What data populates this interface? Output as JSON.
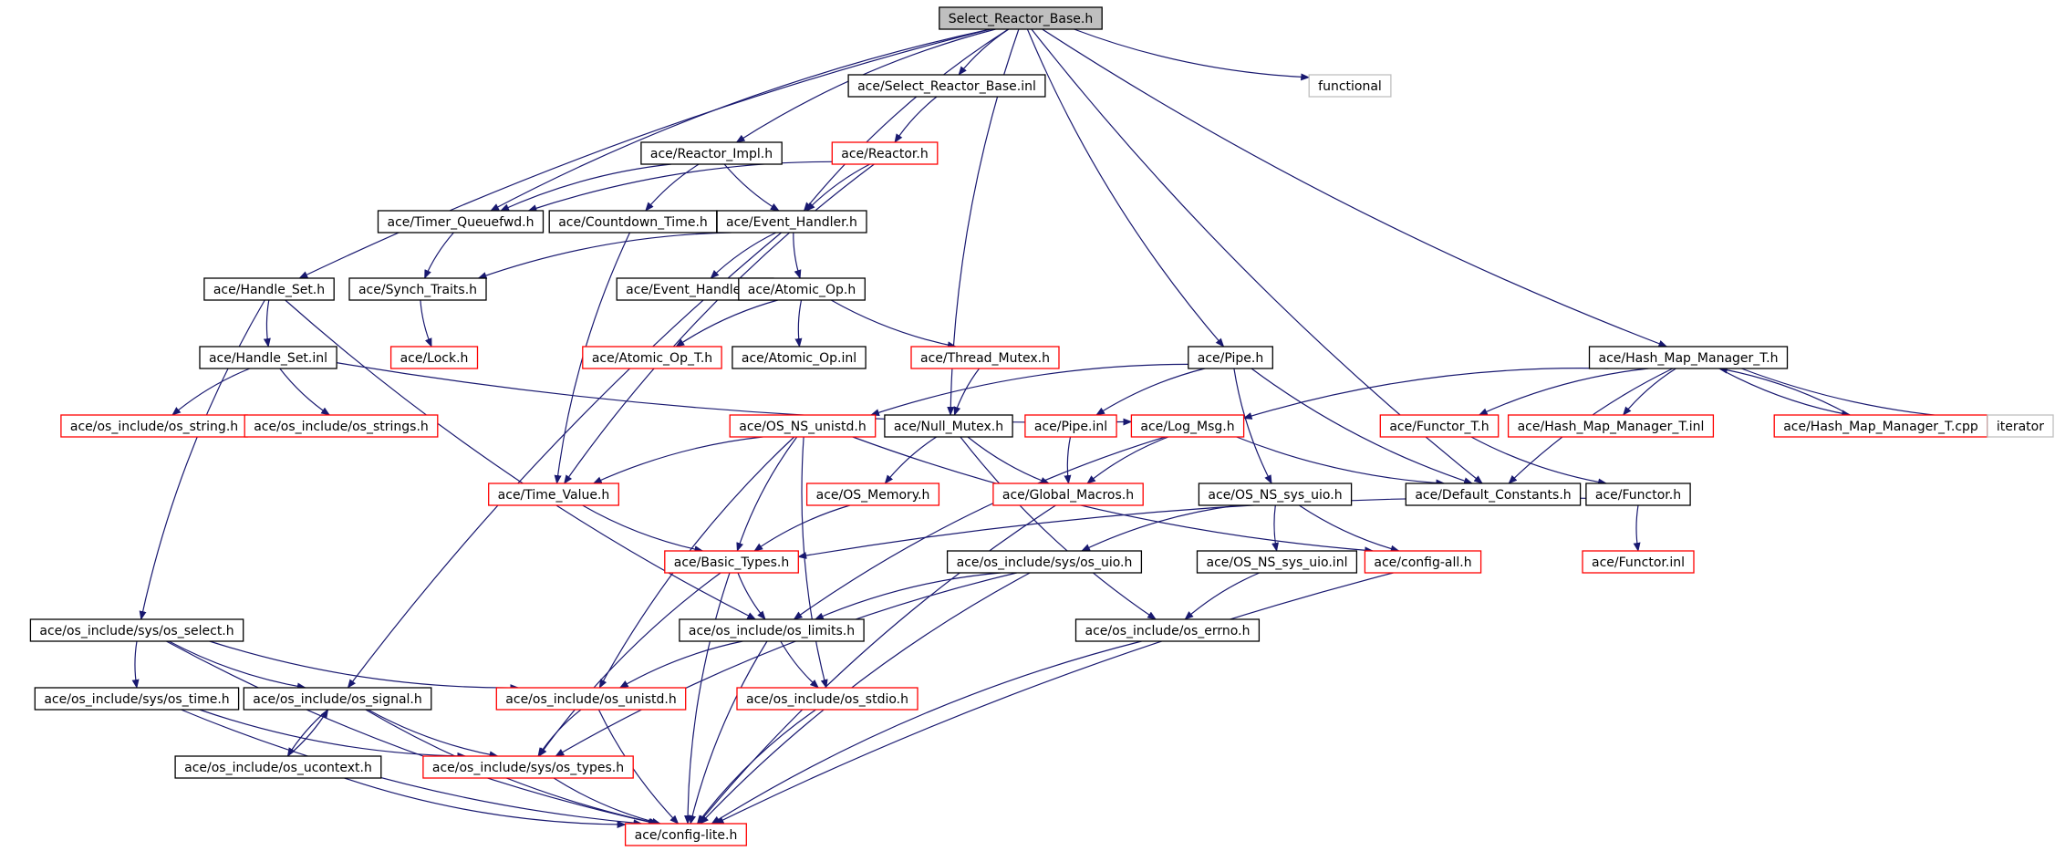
{
  "diagram": {
    "root": "select-reactor-base-h",
    "colors": {
      "root_fill": "#bfbfbf",
      "node_fill": "#ffffff",
      "border_documented": "#000000",
      "border_truncated": "#ff0000",
      "border_external": "#bfbfbf",
      "edge": "#191970",
      "text": "#000000"
    },
    "nodes": [
      {
        "id": "select-reactor-base-h",
        "label": "Select_Reactor_Base.h",
        "kind": "root"
      },
      {
        "id": "select-reactor-base-inl",
        "label": "ace/Select_Reactor_Base.inl",
        "kind": "documented"
      },
      {
        "id": "functional",
        "label": "functional",
        "kind": "external"
      },
      {
        "id": "reactor-impl-h",
        "label": "ace/Reactor_Impl.h",
        "kind": "documented"
      },
      {
        "id": "reactor-h",
        "label": "ace/Reactor.h",
        "kind": "truncated"
      },
      {
        "id": "timer-queuefwd-h",
        "label": "ace/Timer_Queuefwd.h",
        "kind": "documented"
      },
      {
        "id": "countdown-time-h",
        "label": "ace/Countdown_Time.h",
        "kind": "documented"
      },
      {
        "id": "event-handler-h",
        "label": "ace/Event_Handler.h",
        "kind": "documented"
      },
      {
        "id": "handle-set-h",
        "label": "ace/Handle_Set.h",
        "kind": "documented"
      },
      {
        "id": "synch-traits-h",
        "label": "ace/Synch_Traits.h",
        "kind": "documented"
      },
      {
        "id": "event-handler-inl",
        "label": "ace/Event_Handler.inl",
        "kind": "documented"
      },
      {
        "id": "atomic-op-h",
        "label": "ace/Atomic_Op.h",
        "kind": "documented"
      },
      {
        "id": "lock-h",
        "label": "ace/Lock.h",
        "kind": "truncated"
      },
      {
        "id": "handle-set-inl",
        "label": "ace/Handle_Set.inl",
        "kind": "documented"
      },
      {
        "id": "atomic-op-t-h",
        "label": "ace/Atomic_Op_T.h",
        "kind": "truncated"
      },
      {
        "id": "atomic-op-inl",
        "label": "ace/Atomic_Op.inl",
        "kind": "documented"
      },
      {
        "id": "thread-mutex-h",
        "label": "ace/Thread_Mutex.h",
        "kind": "truncated"
      },
      {
        "id": "pipe-h",
        "label": "ace/Pipe.h",
        "kind": "documented"
      },
      {
        "id": "hash-map-manager-t-h",
        "label": "ace/Hash_Map_Manager_T.h",
        "kind": "documented"
      },
      {
        "id": "os-string-h",
        "label": "ace/os_include/os_string.h",
        "kind": "truncated"
      },
      {
        "id": "os-strings-h",
        "label": "ace/os_include/os_strings.h",
        "kind": "truncated"
      },
      {
        "id": "os-ns-unistd-h",
        "label": "ace/OS_NS_unistd.h",
        "kind": "truncated"
      },
      {
        "id": "null-mutex-h",
        "label": "ace/Null_Mutex.h",
        "kind": "documented"
      },
      {
        "id": "pipe-inl",
        "label": "ace/Pipe.inl",
        "kind": "truncated"
      },
      {
        "id": "log-msg-h",
        "label": "ace/Log_Msg.h",
        "kind": "truncated"
      },
      {
        "id": "functor-t-h",
        "label": "ace/Functor_T.h",
        "kind": "truncated"
      },
      {
        "id": "hash-map-manager-t-inl",
        "label": "ace/Hash_Map_Manager_T.inl",
        "kind": "truncated"
      },
      {
        "id": "hash-map-manager-t-cpp",
        "label": "ace/Hash_Map_Manager_T.cpp",
        "kind": "truncated"
      },
      {
        "id": "iterator",
        "label": "iterator",
        "kind": "external"
      },
      {
        "id": "time-value-h",
        "label": "ace/Time_Value.h",
        "kind": "truncated"
      },
      {
        "id": "os-memory-h",
        "label": "ace/OS_Memory.h",
        "kind": "truncated"
      },
      {
        "id": "global-macros-h",
        "label": "ace/Global_Macros.h",
        "kind": "truncated"
      },
      {
        "id": "os-ns-sys-uio-h",
        "label": "ace/OS_NS_sys_uio.h",
        "kind": "documented"
      },
      {
        "id": "default-constants-h",
        "label": "ace/Default_Constants.h",
        "kind": "documented"
      },
      {
        "id": "functor-h",
        "label": "ace/Functor.h",
        "kind": "documented"
      },
      {
        "id": "basic-types-h",
        "label": "ace/Basic_Types.h",
        "kind": "truncated"
      },
      {
        "id": "os-uio-h",
        "label": "ace/os_include/sys/os_uio.h",
        "kind": "documented"
      },
      {
        "id": "os-ns-sys-uio-inl",
        "label": "ace/OS_NS_sys_uio.inl",
        "kind": "documented"
      },
      {
        "id": "config-all-h",
        "label": "ace/config-all.h",
        "kind": "truncated"
      },
      {
        "id": "functor-inl",
        "label": "ace/Functor.inl",
        "kind": "truncated"
      },
      {
        "id": "os-select-h",
        "label": "ace/os_include/sys/os_select.h",
        "kind": "documented"
      },
      {
        "id": "os-limits-h",
        "label": "ace/os_include/os_limits.h",
        "kind": "documented"
      },
      {
        "id": "os-errno-h",
        "label": "ace/os_include/os_errno.h",
        "kind": "documented"
      },
      {
        "id": "os-time-h",
        "label": "ace/os_include/sys/os_time.h",
        "kind": "documented"
      },
      {
        "id": "os-signal-h",
        "label": "ace/os_include/os_signal.h",
        "kind": "documented"
      },
      {
        "id": "os-unistd-h",
        "label": "ace/os_include/os_unistd.h",
        "kind": "truncated"
      },
      {
        "id": "os-stdio-h",
        "label": "ace/os_include/os_stdio.h",
        "kind": "truncated"
      },
      {
        "id": "os-ucontext-h",
        "label": "ace/os_include/os_ucontext.h",
        "kind": "documented"
      },
      {
        "id": "os-types-h",
        "label": "ace/os_include/sys/os_types.h",
        "kind": "truncated"
      },
      {
        "id": "config-lite-h",
        "label": "ace/config-lite.h",
        "kind": "truncated"
      }
    ],
    "edges": [
      [
        "select-reactor-base-h",
        "select-reactor-base-inl"
      ],
      [
        "select-reactor-base-h",
        "functional"
      ],
      [
        "select-reactor-base-h",
        "reactor-impl-h"
      ],
      [
        "select-reactor-base-h",
        "timer-queuefwd-h"
      ],
      [
        "select-reactor-base-h",
        "event-handler-h"
      ],
      [
        "select-reactor-base-h",
        "handle-set-h"
      ],
      [
        "select-reactor-base-h",
        "null-mutex-h"
      ],
      [
        "select-reactor-base-h",
        "pipe-h"
      ],
      [
        "select-reactor-base-h",
        "hash-map-manager-t-h"
      ],
      [
        "select-reactor-base-h",
        "default-constants-h"
      ],
      [
        "select-reactor-base-inl",
        "reactor-h"
      ],
      [
        "reactor-impl-h",
        "timer-queuefwd-h"
      ],
      [
        "reactor-impl-h",
        "countdown-time-h"
      ],
      [
        "reactor-impl-h",
        "event-handler-h"
      ],
      [
        "reactor-h",
        "timer-queuefwd-h"
      ],
      [
        "reactor-h",
        "event-handler-h"
      ],
      [
        "reactor-h",
        "time-value-h"
      ],
      [
        "timer-queuefwd-h",
        "synch-traits-h"
      ],
      [
        "countdown-time-h",
        "time-value-h"
      ],
      [
        "event-handler-h",
        "synch-traits-h"
      ],
      [
        "event-handler-h",
        "event-handler-inl"
      ],
      [
        "event-handler-h",
        "atomic-op-h"
      ],
      [
        "event-handler-h",
        "os-signal-h"
      ],
      [
        "synch-traits-h",
        "lock-h"
      ],
      [
        "atomic-op-h",
        "atomic-op-t-h"
      ],
      [
        "atomic-op-h",
        "atomic-op-inl"
      ],
      [
        "atomic-op-h",
        "thread-mutex-h"
      ],
      [
        "thread-mutex-h",
        "null-mutex-h"
      ],
      [
        "handle-set-h",
        "handle-set-inl"
      ],
      [
        "handle-set-h",
        "os-select-h"
      ],
      [
        "handle-set-h",
        "os-limits-h"
      ],
      [
        "handle-set-inl",
        "os-string-h"
      ],
      [
        "handle-set-inl",
        "os-strings-h"
      ],
      [
        "handle-set-inl",
        "log-msg-h"
      ],
      [
        "pipe-h",
        "os-ns-unistd-h"
      ],
      [
        "pipe-h",
        "pipe-inl"
      ],
      [
        "pipe-h",
        "os-ns-sys-uio-h"
      ],
      [
        "pipe-h",
        "default-constants-h"
      ],
      [
        "hash-map-manager-t-h",
        "log-msg-h"
      ],
      [
        "hash-map-manager-t-h",
        "functor-t-h"
      ],
      [
        "hash-map-manager-t-h",
        "hash-map-manager-t-inl"
      ],
      [
        "hash-map-manager-t-h",
        "hash-map-manager-t-cpp"
      ],
      [
        "hash-map-manager-t-h",
        "iterator"
      ],
      [
        "hash-map-manager-t-h",
        "default-constants-h"
      ],
      [
        "hash-map-manager-t-cpp",
        "hash-map-manager-t-h"
      ],
      [
        "functor-t-h",
        "functor-h"
      ],
      [
        "os-ns-unistd-h",
        "time-value-h"
      ],
      [
        "os-ns-unistd-h",
        "basic-types-h"
      ],
      [
        "os-ns-unistd-h",
        "os-unistd-h"
      ],
      [
        "os-ns-unistd-h",
        "os-stdio-h"
      ],
      [
        "os-ns-unistd-h",
        "config-all-h"
      ],
      [
        "null-mutex-h",
        "os-memory-h"
      ],
      [
        "null-mutex-h",
        "global-macros-h"
      ],
      [
        "null-mutex-h",
        "os-errno-h"
      ],
      [
        "pipe-inl",
        "global-macros-h"
      ],
      [
        "log-msg-h",
        "global-macros-h"
      ],
      [
        "log-msg-h",
        "default-constants-h"
      ],
      [
        "log-msg-h",
        "os-limits-h"
      ],
      [
        "time-value-h",
        "basic-types-h"
      ],
      [
        "os-memory-h",
        "basic-types-h"
      ],
      [
        "global-macros-h",
        "config-lite-h"
      ],
      [
        "os-ns-sys-uio-h",
        "os-uio-h"
      ],
      [
        "os-ns-sys-uio-h",
        "os-ns-sys-uio-inl"
      ],
      [
        "os-ns-sys-uio-h",
        "config-all-h"
      ],
      [
        "os-ns-sys-uio-inl",
        "os-errno-h"
      ],
      [
        "functor-h",
        "functor-inl"
      ],
      [
        "functor-h",
        "basic-types-h"
      ],
      [
        "basic-types-h",
        "os-limits-h"
      ],
      [
        "basic-types-h",
        "os-types-h"
      ],
      [
        "basic-types-h",
        "config-lite-h"
      ],
      [
        "os-uio-h",
        "os-limits-h"
      ],
      [
        "os-uio-h",
        "os-types-h"
      ],
      [
        "os-uio-h",
        "config-lite-h"
      ],
      [
        "config-all-h",
        "config-lite-h"
      ],
      [
        "os-select-h",
        "os-time-h"
      ],
      [
        "os-select-h",
        "os-signal-h"
      ],
      [
        "os-select-h",
        "os-unistd-h"
      ],
      [
        "os-select-h",
        "config-lite-h"
      ],
      [
        "os-limits-h",
        "os-unistd-h"
      ],
      [
        "os-limits-h",
        "os-stdio-h"
      ],
      [
        "os-limits-h",
        "config-lite-h"
      ],
      [
        "os-errno-h",
        "config-lite-h"
      ],
      [
        "os-time-h",
        "os-types-h"
      ],
      [
        "os-time-h",
        "config-lite-h"
      ],
      [
        "os-signal-h",
        "os-ucontext-h"
      ],
      [
        "os-signal-h",
        "os-types-h"
      ],
      [
        "os-signal-h",
        "config-lite-h"
      ],
      [
        "os-ucontext-h",
        "os-signal-h"
      ],
      [
        "os-ucontext-h",
        "config-lite-h"
      ],
      [
        "os-unistd-h",
        "os-types-h"
      ],
      [
        "os-unistd-h",
        "config-lite-h"
      ],
      [
        "os-stdio-h",
        "config-lite-h"
      ],
      [
        "os-types-h",
        "config-lite-h"
      ]
    ]
  }
}
